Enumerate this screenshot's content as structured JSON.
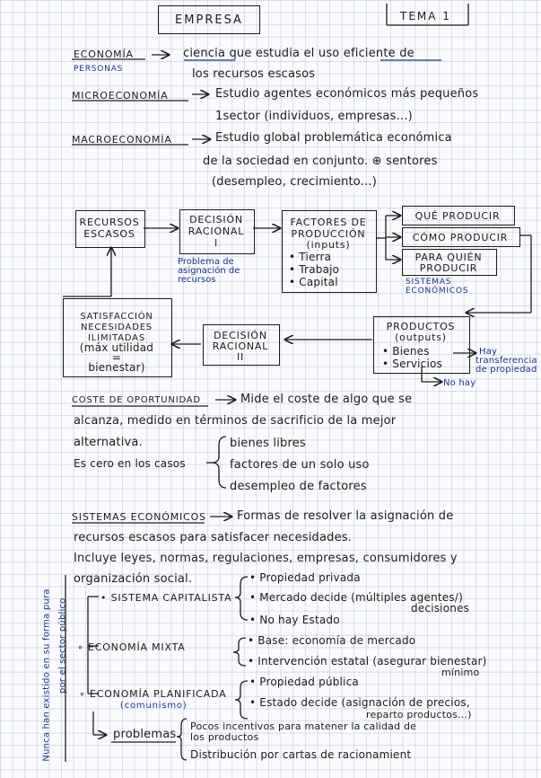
{
  "header": {
    "title": "EMPRESA",
    "tema": "TEMA 1"
  },
  "defs": {
    "economia_term": "ECONOMÍA",
    "economia_sub": "PERSONAS",
    "economia_def_1": "ciencia que estudia el uso eficiente de",
    "economia_def_2": "los recursos escasos",
    "micro_term": "MICROECONOMÍA",
    "micro_def_1": "Estudio agentes económicos más pequeños",
    "micro_def_2": "1sector (individuos, empresas...)",
    "macro_term": "MACROECONOMÍA",
    "macro_def_1": "Estudio global problemática económica",
    "macro_def_2": "de la sociedad en conjunto. ⊕ sentores",
    "macro_def_3": "(desempleo, crecimiento...)"
  },
  "diagram": {
    "recursos": [
      "RECURSOS",
      "ESCASOS"
    ],
    "decision1": [
      "DECISIÓN",
      "RACIONAL",
      "I"
    ],
    "decision1_note": [
      "Problema de",
      "asignación de",
      "recursos"
    ],
    "factores": [
      "FACTORES DE",
      "PRODUCCIÓN",
      "(inputs)"
    ],
    "factores_items": [
      "• Tierra",
      "• Trabajo",
      "• Capital"
    ],
    "que": "QUÉ PRODUCIR",
    "como": "CÓMO PRODUCIR",
    "para_quien": [
      "PARA QUIÉN",
      "PRODUCIR"
    ],
    "sistemas_note": [
      "SISTEMAS",
      "ECONÓMICOS"
    ],
    "productos": [
      "PRODUCTOS",
      "(outputs)"
    ],
    "productos_items": [
      "• Bienes",
      "• Servicios"
    ],
    "hay": [
      "Hay",
      "transferencia",
      "de propiedad"
    ],
    "no_hay": "No hay",
    "decision2": [
      "DECISIÓN",
      "RACIONAL",
      "II"
    ],
    "satisfaccion": [
      "SATISFACCIÓN",
      "NECESIDADES",
      "ILIMITADAS",
      "(máx utilidad",
      "=",
      "bienestar)"
    ]
  },
  "coste": {
    "term": "COSTE DE OPORTUNIDAD",
    "def_1": "Mide el coste de algo que se",
    "def_2": "alcanza, medido en términos de sacrificio de la mejor",
    "def_3": "alternativa.",
    "cero": "Es cero en los casos",
    "cases": [
      "bienes libres",
      "factores de un solo uso",
      "desempleo de factores"
    ]
  },
  "sistemas": {
    "term": "SISTEMAS ECONÓMICOS",
    "def_1": "Formas de resolver la asignación de",
    "def_2": "recursos escasos para satisfacer necesidades.",
    "def_3": "Incluye leyes, normas, regulaciones, empresas, consumidores y",
    "def_4": "organización social.",
    "side_note": [
      "Nunca han existido en su forma pura",
      "por el sector público"
    ],
    "capitalista": "SISTEMA CAPITALISTA",
    "capitalista_items": [
      "Propiedad privada",
      "Mercado decide (múltiples agentes/)",
      "decisiones",
      "No hay Estado"
    ],
    "mixta": "ECONOMÍA MIXTA",
    "mixta_items": [
      "Base: economía de mercado",
      "Intervención estatal (asegurar bienestar)",
      "mínimo"
    ],
    "planificada": "ECONOMÍA PLANIFICADA",
    "planificada_sub": "(comunismo)",
    "planificada_items": [
      "Propiedad pública",
      "Estado decide (asignación de precios,",
      "reparto productos...)"
    ],
    "problemas": "problemas",
    "problemas_items": [
      "Pocos incentivos para matener la calidad de",
      "los productos",
      "Distribución por cartas de racionamient"
    ]
  }
}
